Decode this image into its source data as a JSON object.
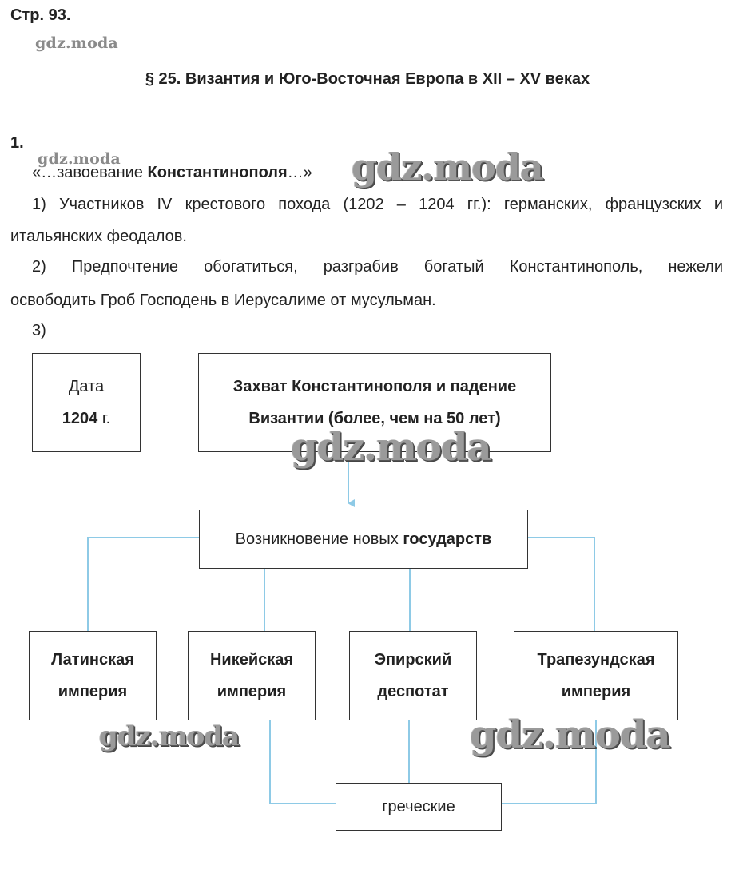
{
  "page_ref": "Стр. 93.",
  "watermark": "gdz.moda",
  "section_title": "§ 25. Византия и Юго-Восточная Европа в XII – XV веках",
  "task_number": "1.",
  "quote": {
    "open": "«…завоевание ",
    "bold": "Константинополя",
    "close": "…»"
  },
  "answers": {
    "a1_line1": "1) Участников IV крестового похода (1202 – 1204 гг.): германских, французских и",
    "a1_line2": "итальянских феодалов.",
    "a2_line1": "2) Предпочтение обогатиться, разграбив богатый Константинополь, нежели",
    "a2_line2": "освободить Гроб Господень в Иерусалиме от мусульман.",
    "a3_label": "3)"
  },
  "diagram": {
    "date_box": {
      "label": "Дата",
      "year": "1204",
      "suffix": " г."
    },
    "event_box": {
      "line1": "Захват Константинополя и падение",
      "line2": "Византии (более, чем на 50 лет)"
    },
    "states_box": {
      "text": "Возникновение новых ",
      "bold": "государств"
    },
    "states": [
      {
        "line1": "Латинская",
        "line2": "империя"
      },
      {
        "line1": "Никейская",
        "line2": "империя"
      },
      {
        "line1": "Эпирский",
        "line2": "деспотат"
      },
      {
        "line1": "Трапезундская",
        "line2": "империя"
      }
    ],
    "greek_box": "греческие",
    "connector_color": "#8ecae6"
  }
}
